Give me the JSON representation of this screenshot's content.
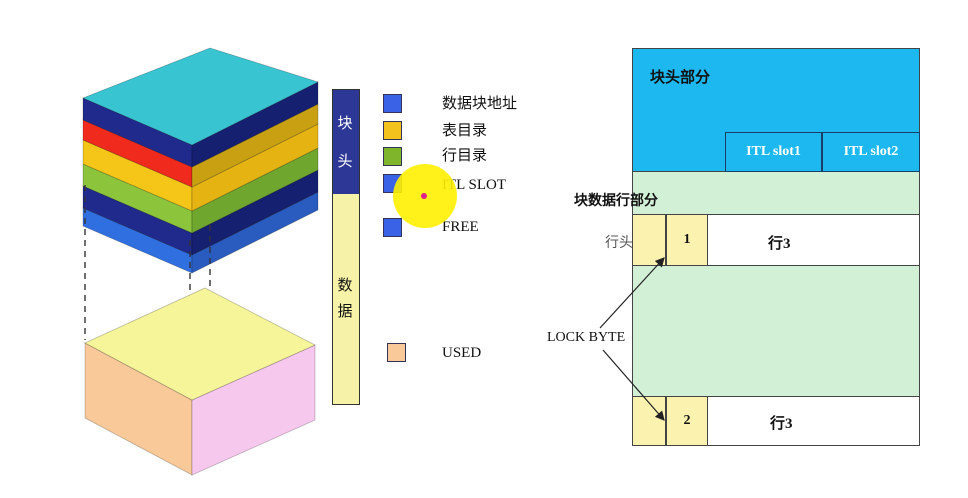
{
  "block_stack": {
    "colors": {
      "top": "#39c4d2",
      "navy": "#1f2a8c",
      "red": "#f02a1c",
      "yellow": "#f5c517",
      "green": "#8cc43c",
      "blue": "#2f6fe0",
      "data_top": "#f7f59a",
      "data_front": "#f9c99a",
      "data_side": "#f7c8ee"
    }
  },
  "vertical_bar": {
    "header_chars": [
      "块",
      "头"
    ],
    "data_chars": [
      "数",
      "据"
    ],
    "header_color": "#2d3796",
    "data_color": "#f6f3a8"
  },
  "legend": {
    "items": [
      {
        "label": "数据块地址",
        "color": "#3a62e6"
      },
      {
        "label": "表目录",
        "color": "#f4c21c"
      },
      {
        "label": "行目录",
        "color": "#7fb52b"
      },
      {
        "label": "ITL SLOT",
        "color": "#3a62e6"
      },
      {
        "label": "FREE",
        "color": "#3a62e6"
      },
      {
        "label": "USED",
        "color": "#f9c99a"
      }
    ]
  },
  "block_layout": {
    "header_label": "块头部分",
    "itl_slots": [
      "ITL slot1",
      "ITL slot2"
    ],
    "row_section_label": "块数据行部分",
    "row_header_label": "行头",
    "rows": [
      {
        "lock_num": "1",
        "row_label": "行3"
      },
      {
        "lock_num": "2",
        "row_label": "行3"
      }
    ],
    "lock_byte_label": "LOCK BYTE",
    "colors": {
      "header": "#1eb8f0",
      "row_section": "#d2f0d6",
      "lock": "#fbf2b0"
    }
  }
}
